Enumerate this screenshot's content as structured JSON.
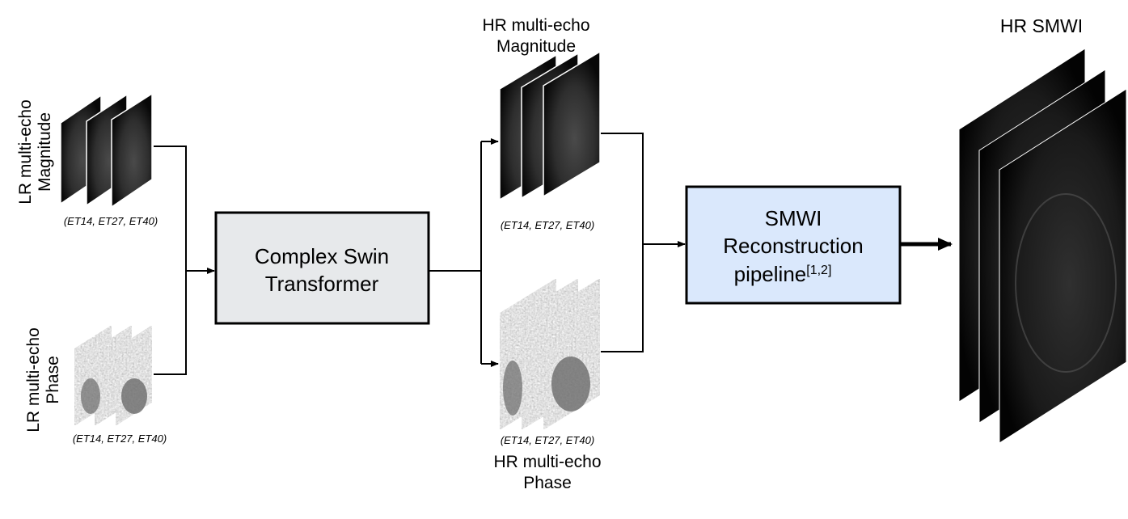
{
  "inputs": {
    "lr_magnitude": {
      "label_line1": "LR multi-echo",
      "label_line2": "Magnitude",
      "caption": "(ET14, ET27, ET40)"
    },
    "lr_phase": {
      "label_line1": "LR multi-echo",
      "label_line2": "Phase",
      "caption": "(ET14, ET27, ET40)"
    }
  },
  "model": {
    "line1": "Complex Swin",
    "line2": "Transformer",
    "fill": "#e7e9eb"
  },
  "outputs": {
    "hr_magnitude": {
      "label_line1": "HR multi-echo",
      "label_line2": "Magnitude",
      "caption": "(ET14, ET27, ET40)"
    },
    "hr_phase": {
      "label_line1": "HR multi-echo",
      "label_line2": "Phase",
      "caption": "(ET14, ET27, ET40)"
    }
  },
  "pipeline": {
    "line1": "SMWI",
    "line2": "Reconstruction",
    "line3": "pipeline",
    "ref": "[1,2]",
    "fill": "#dae8fc"
  },
  "result": {
    "title": "HR SMWI"
  }
}
